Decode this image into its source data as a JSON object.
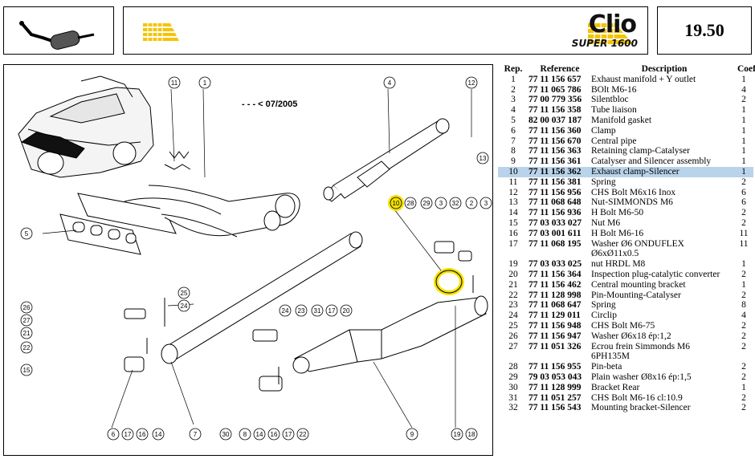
{
  "header": {
    "logo_main": "Clio",
    "logo_sub": "SUPER 1600",
    "section_code": "19.50",
    "brand_color": "#f5c400"
  },
  "diagram": {
    "note": "- - - < 07/2005",
    "highlight_color": "#f5e200",
    "highlighted_callout": "10",
    "callouts": [
      "11",
      "1",
      "4",
      "12",
      "13",
      "5",
      "10",
      "28",
      "29",
      "3",
      "32",
      "2",
      "3",
      "25",
      "24",
      "26",
      "27",
      "21",
      "22",
      "15",
      "24",
      "23",
      "31",
      "17",
      "20",
      "6",
      "17",
      "16",
      "14",
      "7",
      "30",
      "8",
      "14",
      "16",
      "17",
      "22",
      "9",
      "19",
      "18"
    ]
  },
  "parts": {
    "headers": {
      "rep": "Rep.",
      "ref": "Reference",
      "desc": "Description",
      "coef": "Coef"
    },
    "rows": [
      {
        "rep": "1",
        "ref": "77 11 156 657",
        "desc": "Exhaust manifold + Y outlet",
        "coef": "1"
      },
      {
        "rep": "2",
        "ref": "77 11 065 786",
        "desc": "BOlt M6-16",
        "coef": "4"
      },
      {
        "rep": "3",
        "ref": "77 00 779 356",
        "desc": "Silentbloc",
        "coef": "2"
      },
      {
        "rep": "4",
        "ref": "77 11 156 358",
        "desc": "Tube liaison",
        "coef": "1"
      },
      {
        "rep": "5",
        "ref": "82 00 037 187",
        "desc": "Manifold gasket",
        "coef": "1"
      },
      {
        "rep": "6",
        "ref": "77 11 156 360",
        "desc": "Clamp",
        "coef": "1"
      },
      {
        "rep": "7",
        "ref": "77 11 156 670",
        "desc": "Central pipe",
        "coef": "1"
      },
      {
        "rep": "8",
        "ref": "77 11 156 363",
        "desc": "Retaining clamp-Catalyser",
        "coef": "1"
      },
      {
        "rep": "9",
        "ref": "77 11 156 361",
        "desc": "Catalyser and Silencer assembly",
        "coef": "1"
      },
      {
        "rep": "10",
        "ref": "77 11 156 362",
        "desc": "Exhaust clamp-Silencer",
        "coef": "1",
        "selected": true
      },
      {
        "rep": "11",
        "ref": "77 11 156 381",
        "desc": "Spring",
        "coef": "2"
      },
      {
        "rep": "12",
        "ref": "77 11 156 956",
        "desc": "CHS Bolt M6x16 Inox",
        "coef": "6"
      },
      {
        "rep": "13",
        "ref": "77 11 068 648",
        "desc": "Nut-SIMMONDS M6",
        "coef": "6"
      },
      {
        "rep": "14",
        "ref": "77 11 156 936",
        "desc": "H Bolt M6-50",
        "coef": "2"
      },
      {
        "rep": "15",
        "ref": "77 03 033 027",
        "desc": "Nut M6",
        "coef": "2"
      },
      {
        "rep": "16",
        "ref": "77 03 001 611",
        "desc": "H Bolt M6-16",
        "coef": "11"
      },
      {
        "rep": "17",
        "ref": "77 11 068 195",
        "desc": "Washer Ø6 ONDUFLEX",
        "coef": "11",
        "cont": "Ø6xØ11x0.5"
      },
      {
        "rep": "19",
        "ref": "77 03 033 025",
        "desc": "nut HRDL M8",
        "coef": "1"
      },
      {
        "rep": "20",
        "ref": "77 11 156 364",
        "desc": "Inspection plug-catalytic converter",
        "coef": "2"
      },
      {
        "rep": "21",
        "ref": "77 11 156 462",
        "desc": "Central mounting bracket",
        "coef": "1"
      },
      {
        "rep": "22",
        "ref": "77 11 128 998",
        "desc": "Pin-Mounting-Catalyser",
        "coef": "2"
      },
      {
        "rep": "23",
        "ref": "77 11 068 647",
        "desc": "Spring",
        "coef": "8"
      },
      {
        "rep": "24",
        "ref": "77 11 129 011",
        "desc": "Circlip",
        "coef": "4"
      },
      {
        "rep": "25",
        "ref": "77 11 156 948",
        "desc": "CHS Bolt M6-75",
        "coef": "2"
      },
      {
        "rep": "26",
        "ref": "77 11 156 947",
        "desc": "Washer Ø6x18 ép:1,2",
        "coef": "2"
      },
      {
        "rep": "27",
        "ref": "77 11 051 326",
        "desc": "Ecrou frein Simmonds M6",
        "coef": "2",
        "cont": "6PH135M"
      },
      {
        "rep": "28",
        "ref": "77 11 156 955",
        "desc": "Pin-beta",
        "coef": "2"
      },
      {
        "rep": "29",
        "ref": "79 03 053 043",
        "desc": "Plain washer Ø8x16 ép:1,5",
        "coef": "2"
      },
      {
        "rep": "30",
        "ref": "77 11 128 999",
        "desc": "Bracket Rear",
        "coef": "1"
      },
      {
        "rep": "31",
        "ref": "77 11 051 257",
        "desc": "CHS Bolt M6-16 cl:10.9",
        "coef": "2"
      },
      {
        "rep": "32",
        "ref": "77 11 156 543",
        "desc": "Mounting bracket-Silencer",
        "coef": "2"
      }
    ]
  }
}
